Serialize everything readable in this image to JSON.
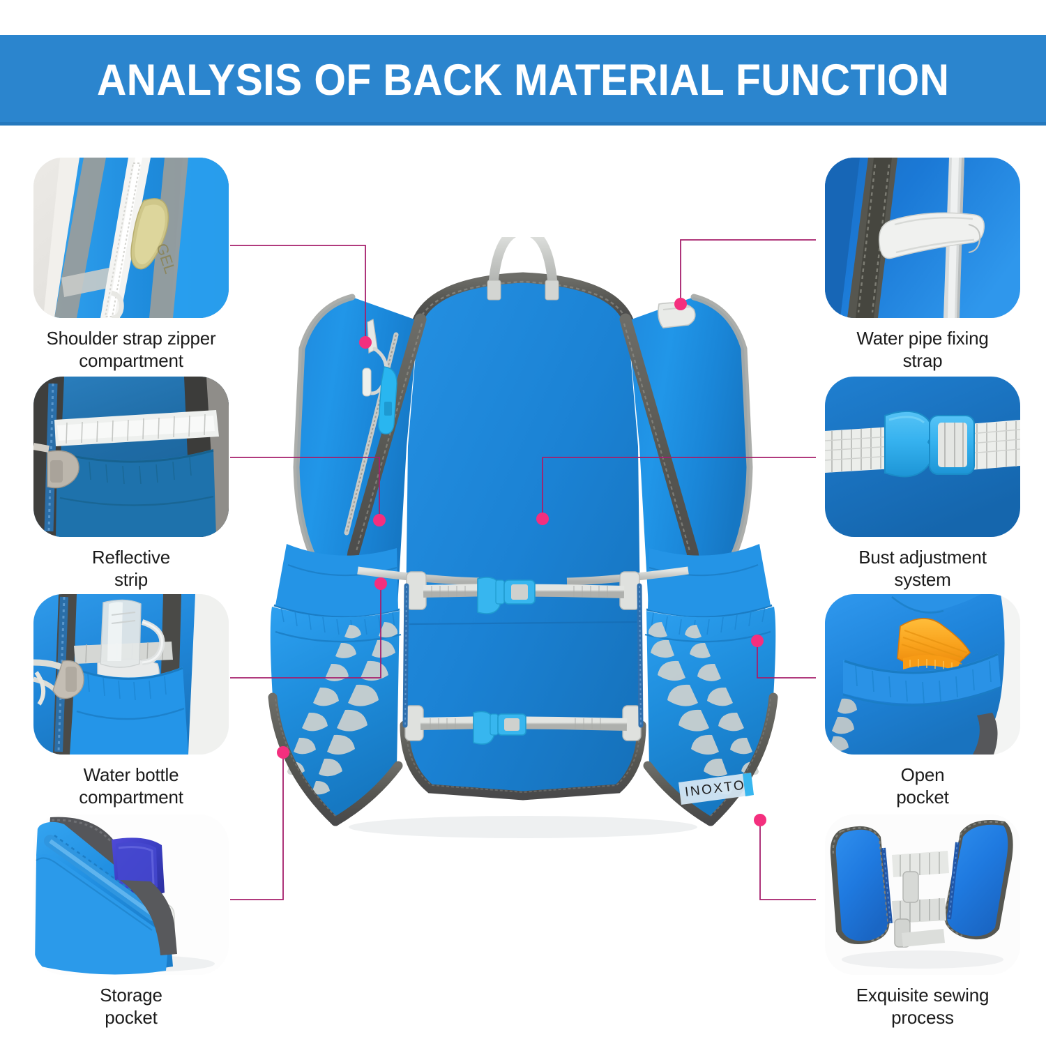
{
  "header": {
    "title": "ANALYSIS OF BACK MATERIAL FUNCTION",
    "bg_color": "#2b85ce",
    "text_color": "#ffffff"
  },
  "accent": {
    "line_color": "#a61e6b",
    "dot_color": "#f42f7e",
    "product_blue": "#2196e8",
    "trim_gray": "#5c5c58",
    "webbing_gray": "#c9cbc8"
  },
  "product": {
    "name": "hydration running vest",
    "brand_label": "INOXTO",
    "view": "back"
  },
  "callouts_left": [
    {
      "id": "shoulder-strap-zipper-compartment",
      "label": "Shoulder strap zipper\ncompartment",
      "label_line1": "Shoulder strap zipper",
      "label_line2": "compartment",
      "photo": "close-up of blue shoulder strap with white zipper and gold energy gel packet"
    },
    {
      "id": "reflective-strip",
      "label_line1": "Reflective",
      "label_line2": "strip",
      "photo": "close-up of white reflective webbing strip across dark blue fabric"
    },
    {
      "id": "water-bottle-compartment",
      "label_line1": "Water bottle",
      "label_line2": "compartment",
      "photo": "clear soft flask seated in blue elastic front pocket"
    },
    {
      "id": "storage-pocket",
      "label_line1": "Storage",
      "label_line2": "pocket",
      "photo": "blue diagonal zip pocket with purple item tucked inside"
    }
  ],
  "callouts_right": [
    {
      "id": "water-pipe-fixing-strap",
      "label_line1": "Water pipe fixing",
      "label_line2": "strap",
      "photo": "white velcro loop holding a clear hydration tube against blue fabric"
    },
    {
      "id": "bust-adjustment-system",
      "label_line1": "Bust adjustment",
      "label_line2": "system",
      "photo": "light blue side-release buckle on white webbing strap"
    },
    {
      "id": "open-pocket",
      "label_line1": "Open",
      "label_line2": "pocket",
      "photo": "orange accessory tucked into blue elastic open pocket"
    },
    {
      "id": "exquisite-sewing-process",
      "label_line1": "Exquisite sewing",
      "label_line2": "process",
      "photo": "two blue padded panels with gray bound-edge stitching and webbing"
    }
  ]
}
